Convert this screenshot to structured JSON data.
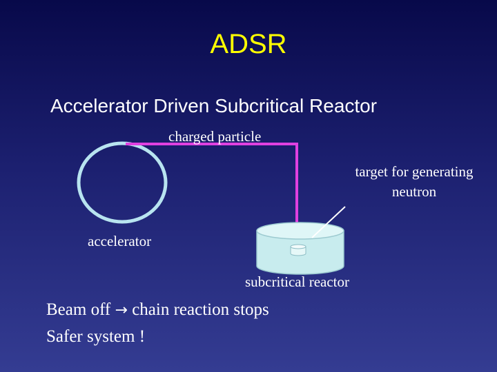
{
  "title": "ADSR",
  "subtitle": "Accelerator Driven Subcritical Reactor",
  "labels": {
    "charged_particle": "charged particle",
    "target_line1": "target for generating",
    "target_line2": "neutron",
    "accelerator": "accelerator",
    "subcritical_reactor": "subcritical reactor"
  },
  "bottom": {
    "line1_a": "Beam off",
    "arrow": "→",
    "line1_b": "chain reaction stops",
    "line2": "Safer system !"
  },
  "colors": {
    "title": "#ffff00",
    "text": "#ffffff",
    "beam": "#e040e0",
    "ring": "#b8e4f0",
    "reactor": "#c8ecee"
  }
}
